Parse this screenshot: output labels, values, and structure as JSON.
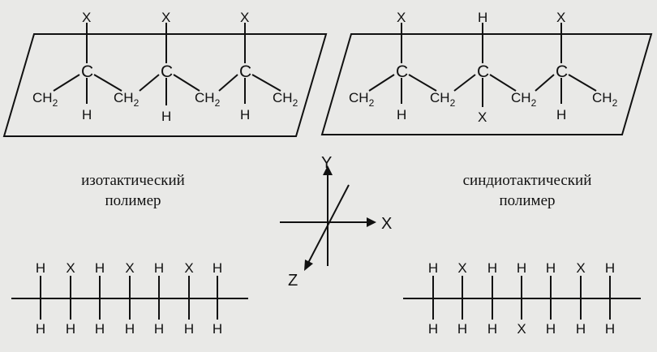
{
  "captions": {
    "isotactic": [
      "изотактический",
      "полимер"
    ],
    "syndiotactic": [
      "синдиотактический",
      "полимер"
    ]
  },
  "atoms": {
    "C": "C",
    "H": "H",
    "X": "X",
    "CH": "CH",
    "CH_sub": "2"
  },
  "axes": {
    "x": "X",
    "y": "Y",
    "z": "Z"
  },
  "isotactic_3d": [
    {
      "up": "X",
      "down": "H"
    },
    {
      "up": "X",
      "down": "H"
    },
    {
      "up": "X",
      "down": "H"
    }
  ],
  "syndiotactic_3d": [
    {
      "up": "X",
      "down": "H"
    },
    {
      "up": "H",
      "down": "X"
    },
    {
      "up": "X",
      "down": "H"
    }
  ],
  "isotactic_chain": {
    "top": [
      "H",
      "X",
      "H",
      "X",
      "H",
      "X",
      "H"
    ],
    "bottom": [
      "H",
      "H",
      "H",
      "H",
      "H",
      "H",
      "H"
    ]
  },
  "syndiotactic_chain": {
    "top": [
      "H",
      "X",
      "H",
      "H",
      "H",
      "X",
      "H"
    ],
    "bottom": [
      "H",
      "H",
      "H",
      "X",
      "H",
      "H",
      "H"
    ]
  }
}
